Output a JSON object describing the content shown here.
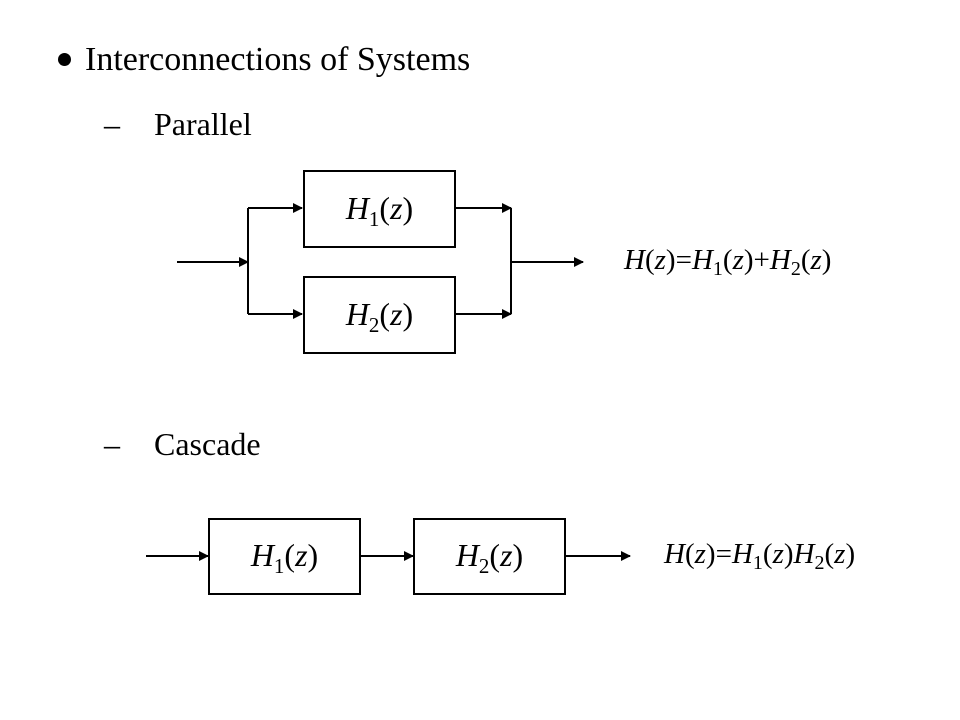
{
  "heading": "Interconnections of Systems",
  "parallel": {
    "dash": "–",
    "label": "Parallel",
    "box1": {
      "italic_a": "H",
      "sub": "1",
      "rest_open": "(",
      "italic_b": "z",
      "rest_close": ")"
    },
    "box2": {
      "italic_a": "H",
      "sub": "2",
      "rest_open": "(",
      "italic_b": "z",
      "rest_close": ")"
    },
    "formula": "H(z)=H1(z)+H2(z)"
  },
  "cascade": {
    "dash": "–",
    "label": "Cascade",
    "box1": {
      "italic_a": "H",
      "sub": "1",
      "rest_open": "(",
      "italic_b": "z",
      "rest_close": ")"
    },
    "box2": {
      "italic_a": "H",
      "sub": "2",
      "rest_open": "(",
      "italic_b": "z",
      "rest_close": ")"
    },
    "formula": "H(z)=H1(z)H2(z)"
  }
}
